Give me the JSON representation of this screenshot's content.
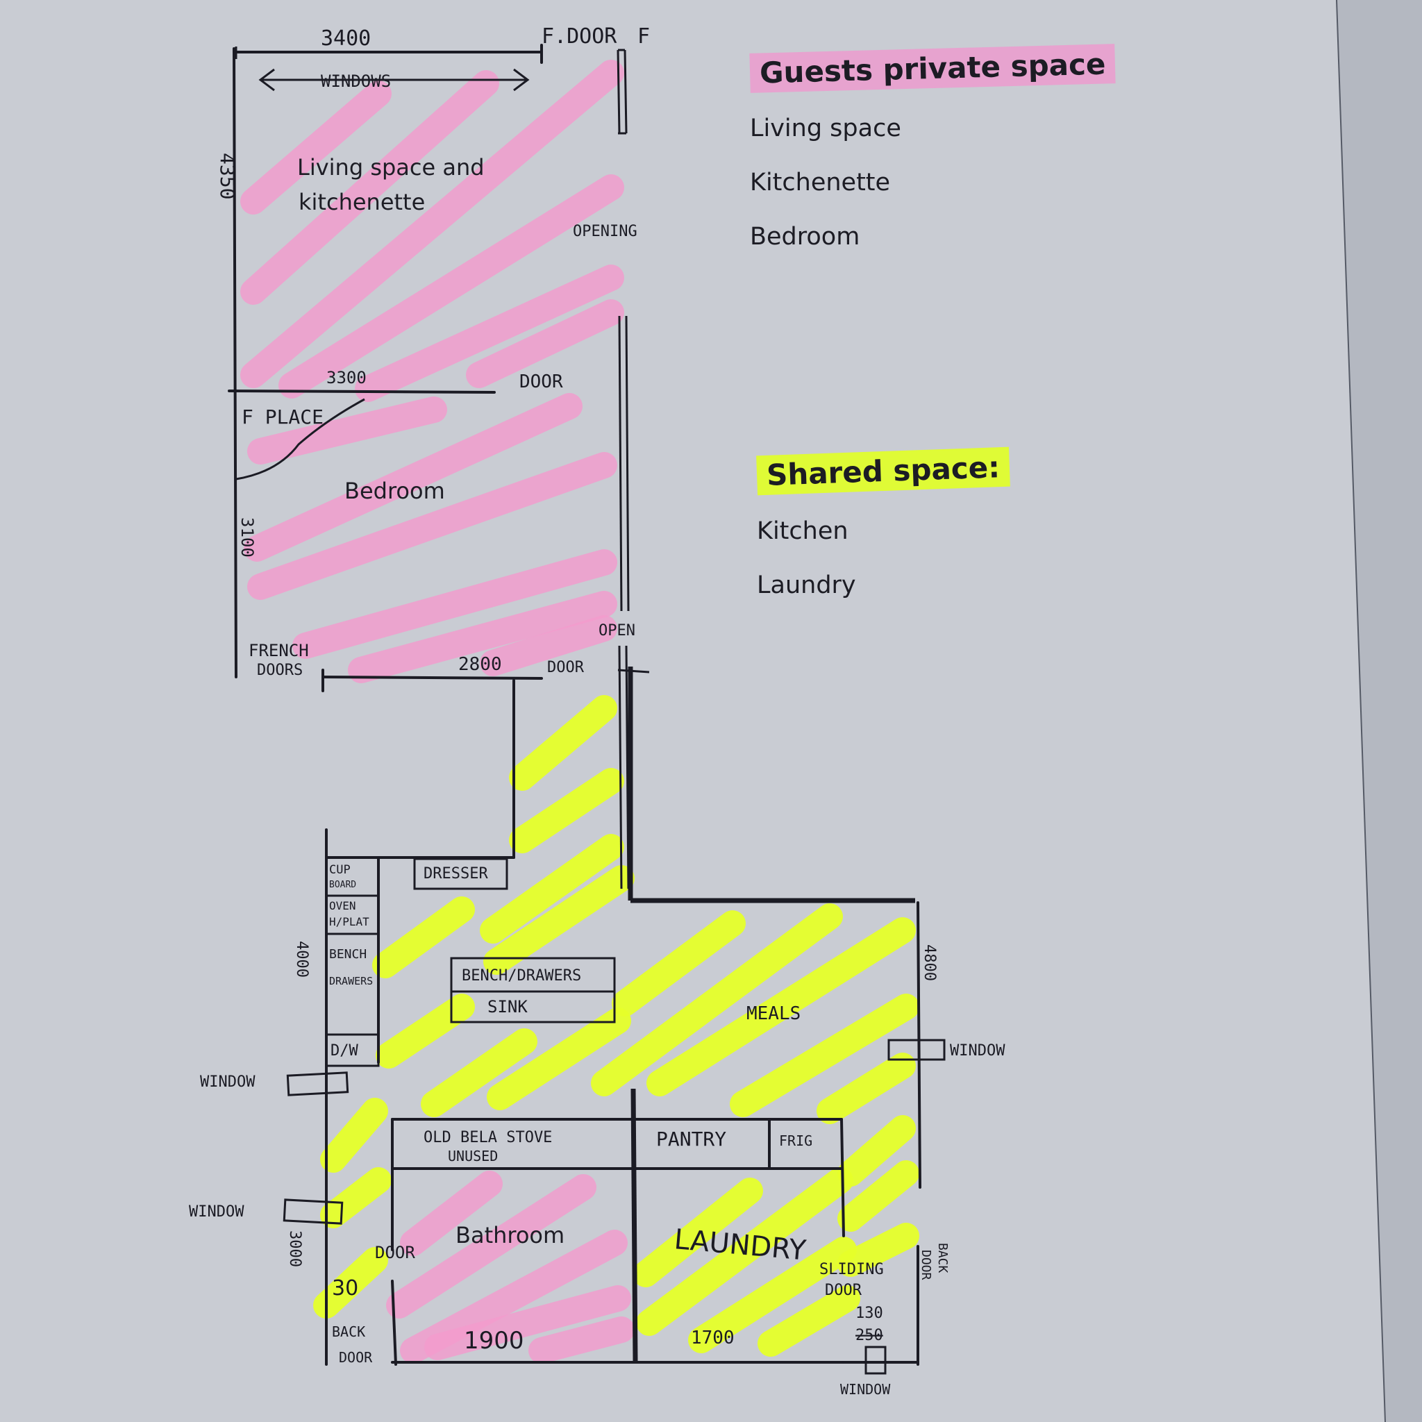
{
  "colors": {
    "paper": "#c9ccd3",
    "ink": "#1b1b24",
    "private_highlight": "#f39bcd",
    "shared_highlight": "#e6ff2a"
  },
  "plan": {
    "dims": {
      "top_width": "3400",
      "left_height": "4350",
      "mid_width": "3300",
      "bedroom_side": "3100",
      "lower_width": "2800",
      "kitchen_side": "4000",
      "meals_side": "4800",
      "bath_side": "3000",
      "bath_small": "30",
      "bath_bottom": "1900",
      "laundry_bottom": "1700",
      "corner_top": "130",
      "corner_struck": "250"
    },
    "labels": {
      "f_door": "F.DOOR",
      "f_mark": "F",
      "windows": "WINDOWS",
      "opening": "OPENING",
      "door_mid": "DOOR",
      "fplace": "F PLACE",
      "french_doors_1": "FRENCH",
      "french_doors_2": "DOORS",
      "door_lower": "DOOR",
      "open": "OPEN",
      "cup_board_1": "CUP",
      "cup_board_2": "BOARD",
      "oven_1": "OVEN",
      "oven_2": "H/PLAT",
      "bench_drawers_left_1": "BENCH",
      "bench_drawers_left_2": "DRAWERS",
      "dw": "D/W",
      "dresser": "DRESSER",
      "bench_drawers": "BENCH/DRAWERS",
      "sink": "SINK",
      "meals": "MEALS",
      "window_right": "WINDOW",
      "window_left_1": "WINDOW",
      "window_left_2": "WINDOW",
      "window_bottom": "WINDOW",
      "stove_1": "OLD BELA STOVE",
      "stove_2": "UNUSED",
      "pantry": "PANTRY",
      "fridge": "FRIG",
      "door_bath": "DOOR",
      "laundry": "LAUNDRY",
      "sliding_door_1": "SLIDING",
      "sliding_door_2": "DOOR",
      "back_door_left_1": "BACK",
      "back_door_left_2": "DOOR",
      "back_door_right_1": "BACK",
      "back_door_right_2": "DOOR"
    },
    "rooms": {
      "living_1": "Living space and",
      "living_2": "kitchenette",
      "bedroom": "Bedroom",
      "bathroom": "Bathroom"
    }
  },
  "legend": {
    "private": {
      "title": "Guests private space",
      "items": [
        "Living space",
        "Kitchenette",
        "Bedroom"
      ]
    },
    "shared": {
      "title": "Shared space:",
      "items": [
        "Kitchen",
        "Laundry"
      ]
    }
  }
}
